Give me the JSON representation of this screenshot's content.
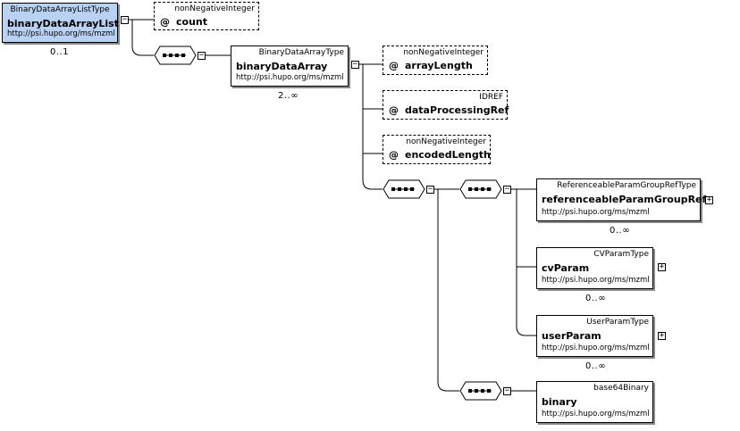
{
  "root": {
    "type": "BinaryDataArrayListType",
    "name": "binaryDataArrayList",
    "namespace": "http://psi.hupo.org/ms/mzml",
    "cardinality": "0..1",
    "attribute": {
      "symbol": "@",
      "type": "nonNegativeInteger",
      "name": "count"
    }
  },
  "binaryDataArray": {
    "type": "BinaryDataArrayType",
    "name": "binaryDataArray",
    "namespace": "http://psi.hupo.org/ms/mzml",
    "cardinality": "2..∞",
    "attributes": [
      {
        "symbol": "@",
        "type": "nonNegativeInteger",
        "name": "arrayLength"
      },
      {
        "symbol": "@",
        "type": "IDREF",
        "name": "dataProcessingRef"
      },
      {
        "symbol": "@",
        "type": "nonNegativeInteger",
        "name": "encodedLength"
      }
    ]
  },
  "params": [
    {
      "type": "ReferenceableParamGroupRefType",
      "name": "referenceableParamGroupRef",
      "namespace": "http://psi.hupo.org/ms/mzml",
      "cardinality": "0..∞"
    },
    {
      "type": "CVParamType",
      "name": "cvParam",
      "namespace": "http://psi.hupo.org/ms/mzml",
      "cardinality": "0..∞"
    },
    {
      "type": "UserParamType",
      "name": "userParam",
      "namespace": "http://psi.hupo.org/ms/mzml",
      "cardinality": "0..∞"
    }
  ],
  "binary": {
    "type": "base64Binary",
    "name": "binary",
    "namespace": "http://psi.hupo.org/ms/mzml"
  },
  "symbols": {
    "collapse": "−",
    "expand": "+"
  }
}
